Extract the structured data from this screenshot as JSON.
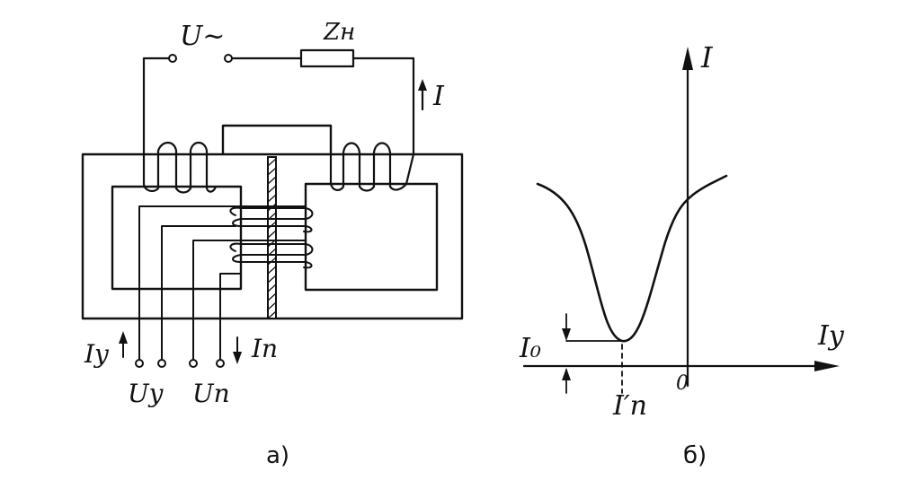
{
  "circuit": {
    "source_label": "U~",
    "load_label": "Zн",
    "output_current_label": "I",
    "control_current_label": "Iу",
    "bias_current_label": "Iп",
    "control_voltage_label": "Uу",
    "bias_voltage_label": "Uп",
    "caption": "а)"
  },
  "graph": {
    "y_axis_label": "I",
    "x_axis_label": "Iу",
    "origin_label": "0",
    "min_current_label": "I₀",
    "bias_point_label": "I′п",
    "caption": "б)"
  },
  "colors": {
    "ink": "#111111",
    "background": "#ffffff"
  }
}
